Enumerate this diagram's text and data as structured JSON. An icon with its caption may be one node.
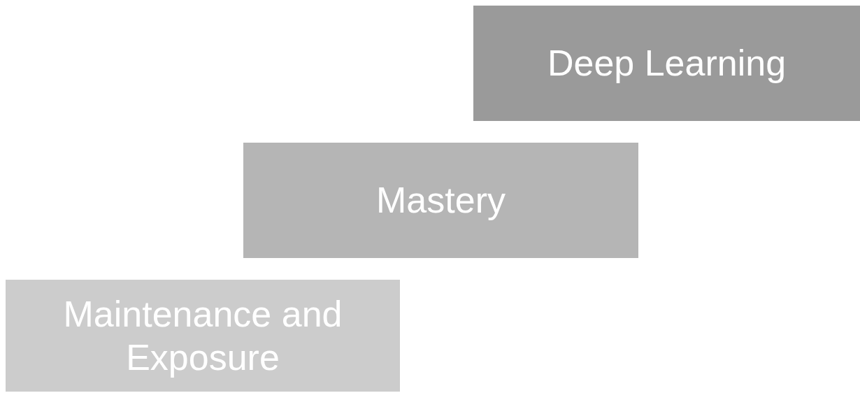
{
  "diagram": {
    "nodes": [
      {
        "text": [
          "Deep Learning"
        ]
      },
      {
        "text": [
          "Mastery"
        ]
      },
      {
        "text": [
          "Maintenance and Exposure"
        ]
      }
    ]
  }
}
